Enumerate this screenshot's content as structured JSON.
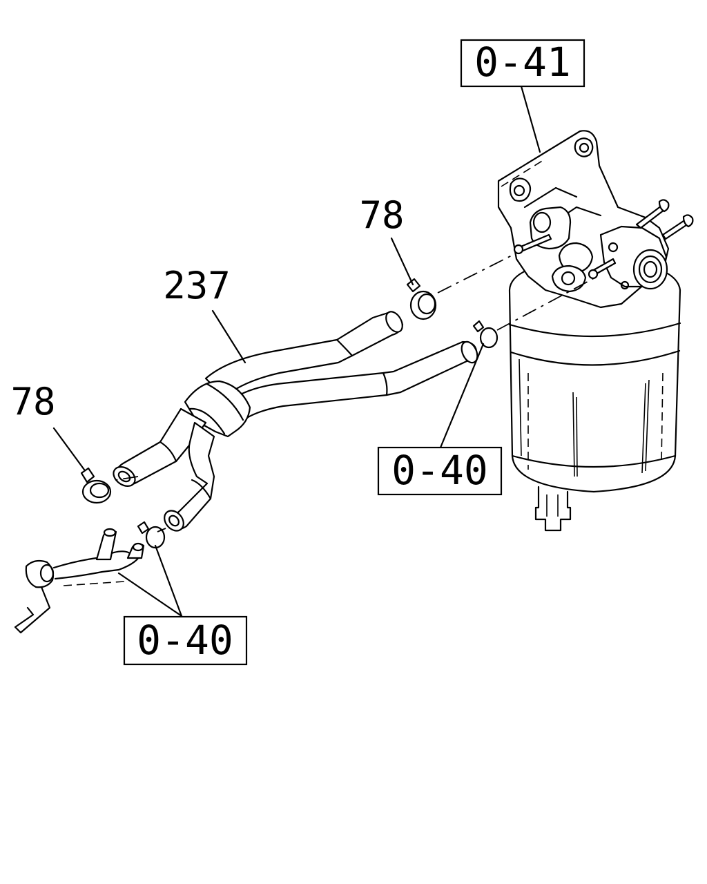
{
  "callouts": {
    "ref_top": "0-41",
    "ref_mid": "0-40",
    "ref_bottom": "0-40",
    "hose_part": "237",
    "clamp_upper": "78",
    "clamp_left": "78"
  }
}
